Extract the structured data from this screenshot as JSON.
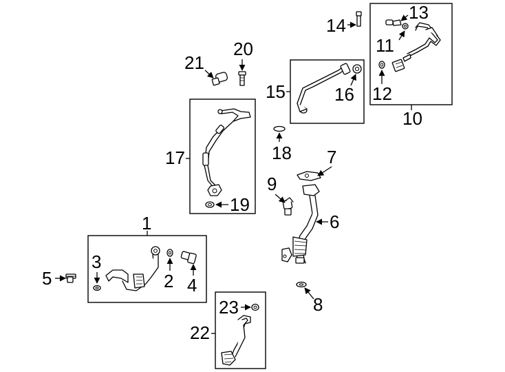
{
  "callouts": {
    "c1": "1",
    "c2": "2",
    "c3": "3",
    "c4": "4",
    "c5": "5",
    "c6": "6",
    "c7": "7",
    "c8": "8",
    "c9": "9",
    "c10": "10",
    "c11": "11",
    "c12": "12",
    "c13": "13",
    "c14": "14",
    "c15": "15",
    "c16": "16",
    "c17": "17",
    "c18": "18",
    "c19": "19",
    "c20": "20",
    "c21": "21",
    "c22": "22",
    "c23": "23"
  },
  "style": {
    "line_color": "#000000",
    "background": "#ffffff"
  }
}
